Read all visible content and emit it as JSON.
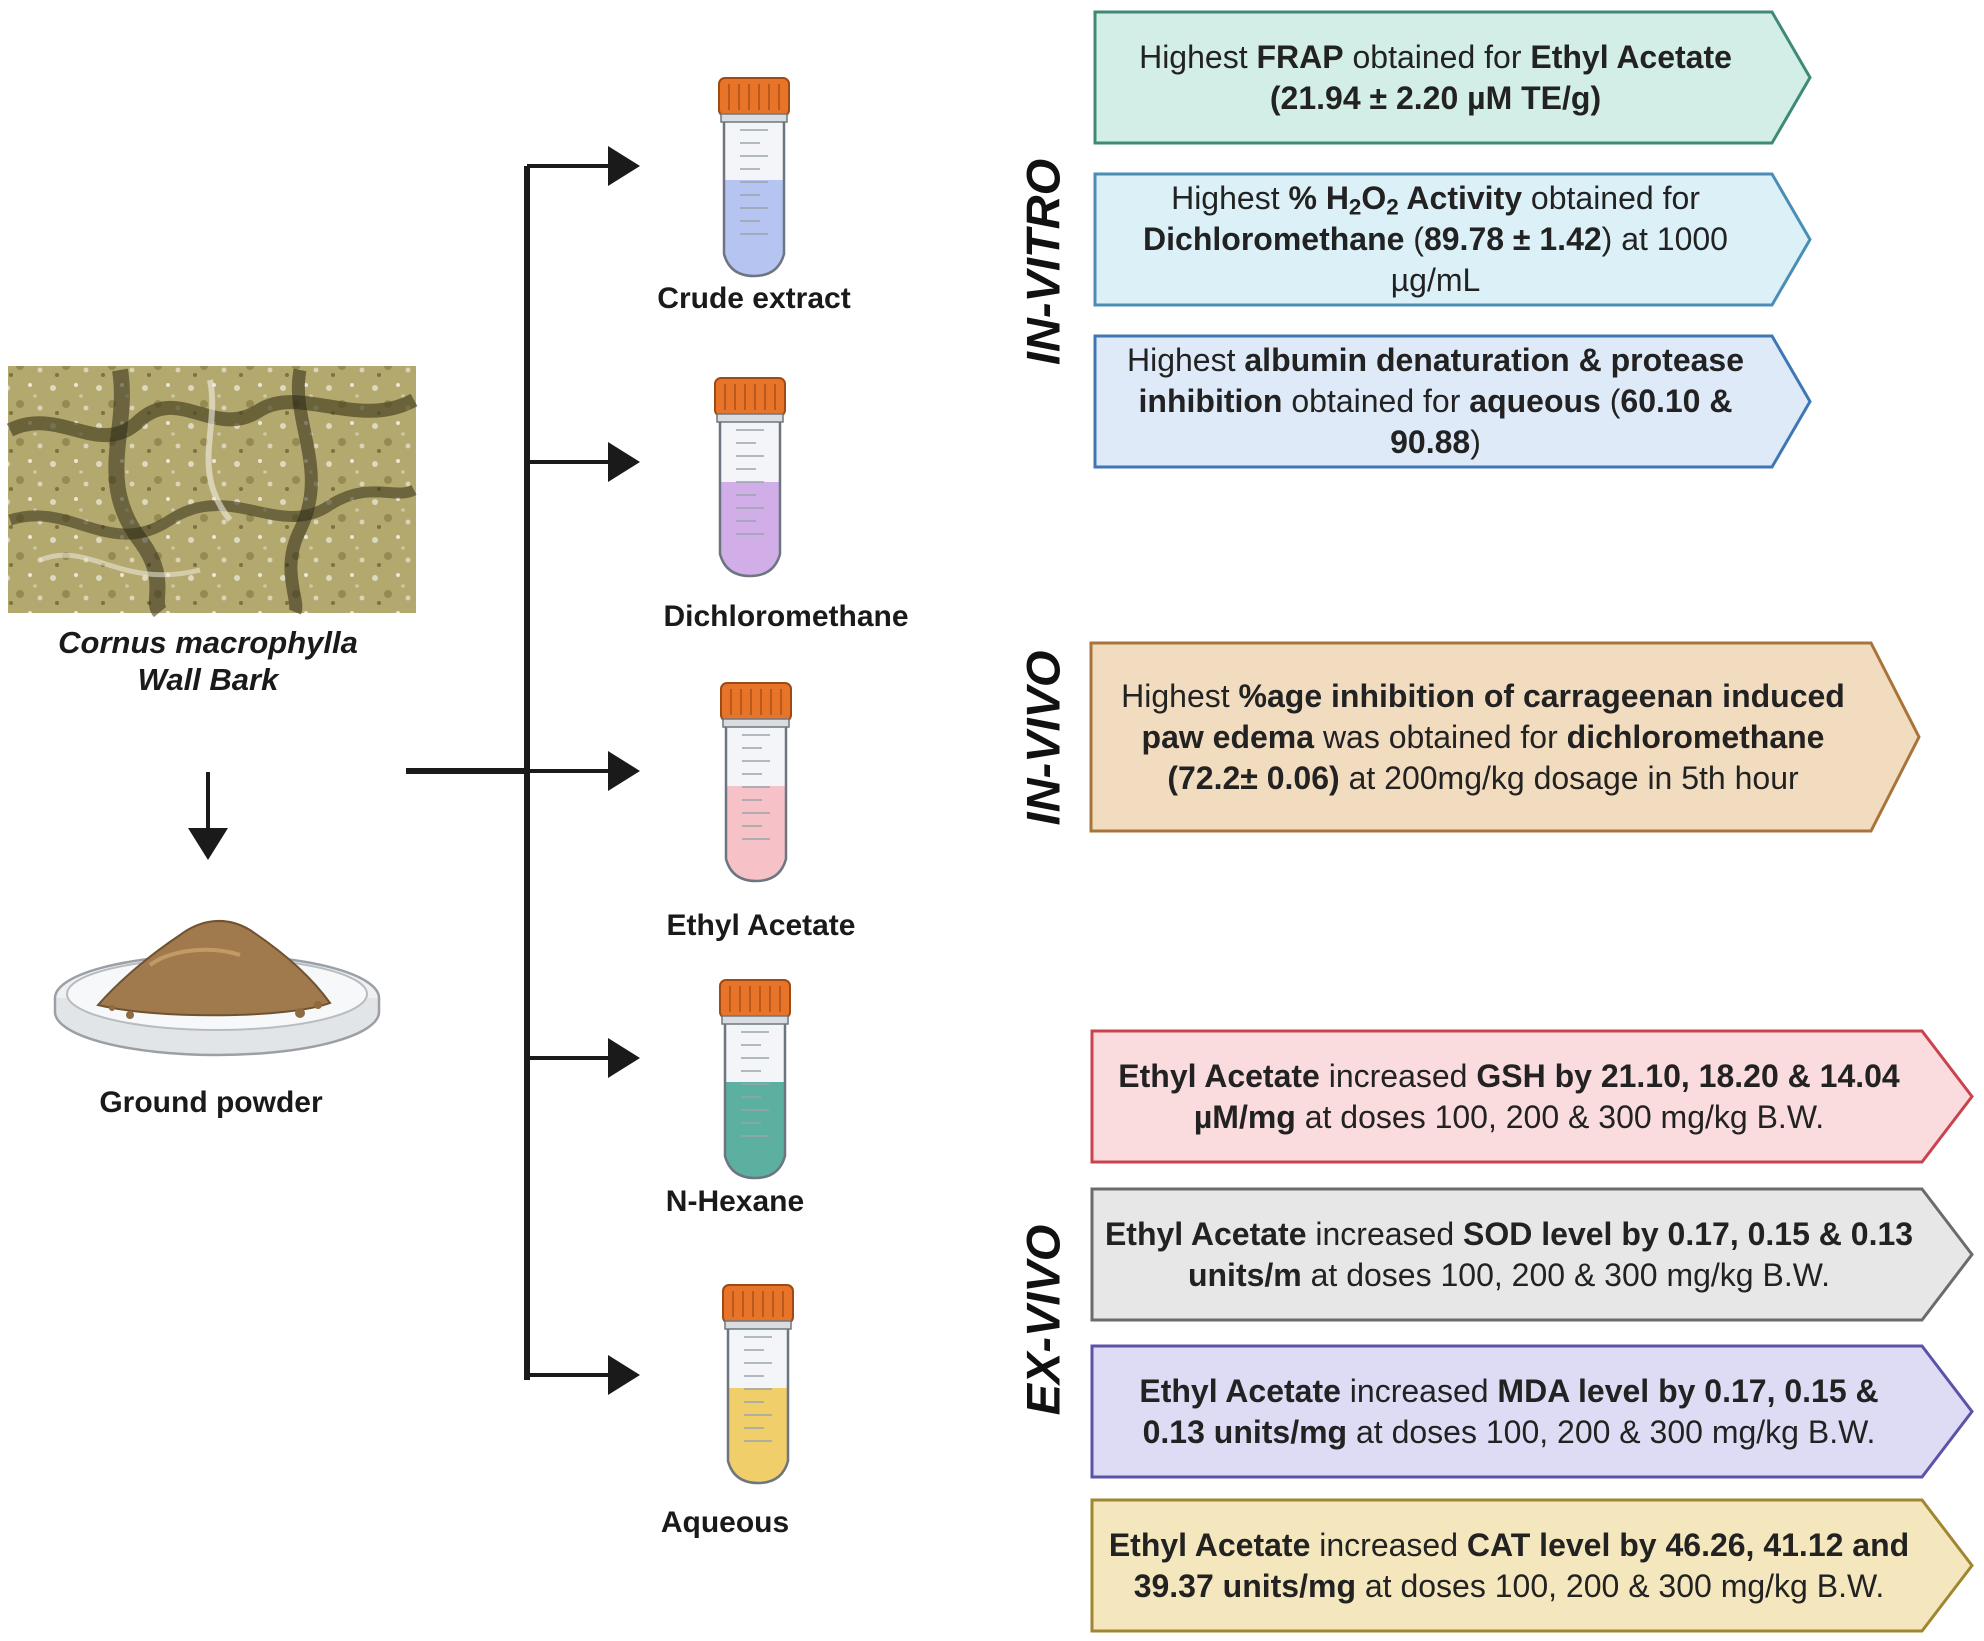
{
  "source": {
    "species_label": "Cornus macrophylla Wall Bark",
    "powder_label": "Ground powder"
  },
  "extracts": [
    {
      "label": "Crude extract",
      "liquid_color": "#b5c4f0"
    },
    {
      "label": "Dichloromethane",
      "liquid_color": "#d2aee8"
    },
    {
      "label": "Ethyl Acetate",
      "liquid_color": "#f6c2c8"
    },
    {
      "label": "N-Hexane",
      "liquid_color": "#5cb0a0"
    },
    {
      "label": "Aqueous",
      "liquid_color": "#f0cf6a"
    }
  ],
  "sections": {
    "in_vitro": "IN-VITRO",
    "in_vivo": "IN-VIVO",
    "ex_vivo": "EX-VIVO"
  },
  "findings": {
    "frap": {
      "text": "Highest FRAP obtained for Ethyl Acetate (21.94 ± 2.20 µM TE/g)",
      "fill": "#d3eee6",
      "stroke": "#3e8a76"
    },
    "h2o2": {
      "text": "Highest % H2O2 Activity obtained for Dichloromethane (89.78 ± 1.42) at 1000 µg/mL",
      "fill": "#dcf0f8",
      "stroke": "#4a8db5"
    },
    "albumin": {
      "text": "Highest albumin denaturation & protease inhibition obtained for aqueous (60.10 & 90.88)",
      "fill": "#deeaf8",
      "stroke": "#3f76b5"
    },
    "carrageenan": {
      "text": "Highest %age inhibition of carrageenan induced paw edema was obtained for dichloromethane (72.2± 0.06) at 200mg/kg dosage in 5th hour",
      "fill": "#f2dcc0",
      "stroke": "#a8743a"
    },
    "gsh": {
      "text": "Ethyl Acetate increased GSH by 21.10, 18.20 & 14.04 µM/mg at doses 100, 200 & 300 mg/kg B.W.",
      "fill": "#fadcdf",
      "stroke": "#c9434e"
    },
    "sod": {
      "text": "Ethyl Acetate increased SOD level by 0.17, 0.15 & 0.13 units/m at doses 100, 200 & 300 mg/kg B.W.",
      "fill": "#e7e7e7",
      "stroke": "#6b6b6b"
    },
    "mda": {
      "text": "Ethyl Acetate increased MDA level by 0.17, 0.15 & 0.13 units/mg at doses 100, 200 & 300 mg/kg B.W.",
      "fill": "#dedcf4",
      "stroke": "#5a53a8"
    },
    "cat": {
      "text": "Ethyl Acetate increased CAT level by 46.26, 41.12 and 39.37 units/mg at doses 100, 200 & 300 mg/kg B.W.",
      "fill": "#f4e6bd",
      "stroke": "#a08630"
    }
  }
}
